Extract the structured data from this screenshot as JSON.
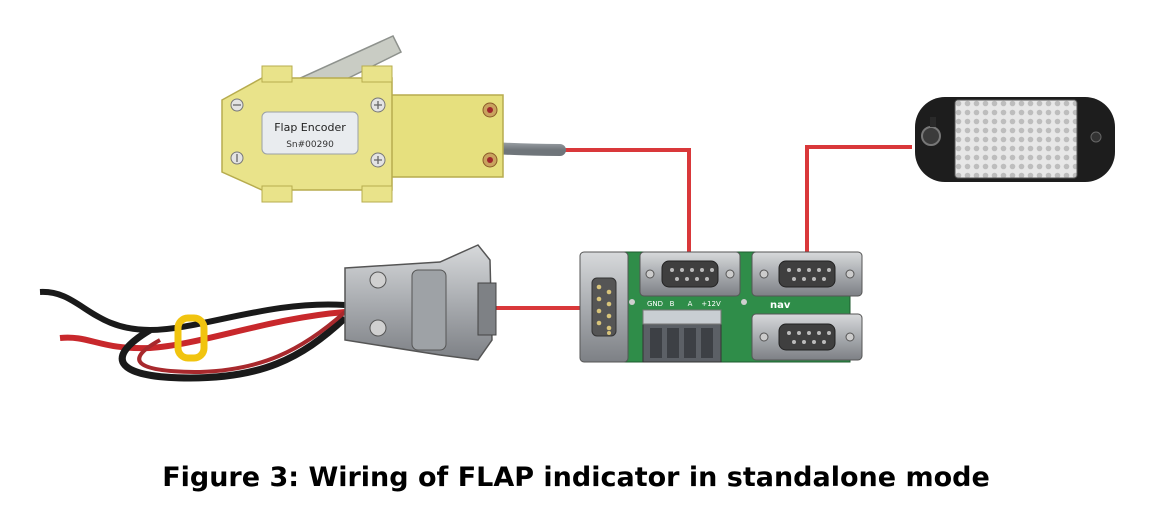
{
  "figure": {
    "caption": "Figure 3: Wiring of FLAP indicator in standalone mode"
  },
  "flap_encoder": {
    "label_title": "Flap Encoder",
    "label_serial": "Sn#00290"
  },
  "interface_board": {
    "terminal_labels": [
      "GND",
      "B",
      "A",
      "+12V"
    ],
    "brand": "nav"
  },
  "colors": {
    "wire_red": "#d9383a",
    "pcb_yellow": "#e6e07e",
    "pcb_green": "#2f8d49",
    "metal": "#b9bcbf"
  }
}
